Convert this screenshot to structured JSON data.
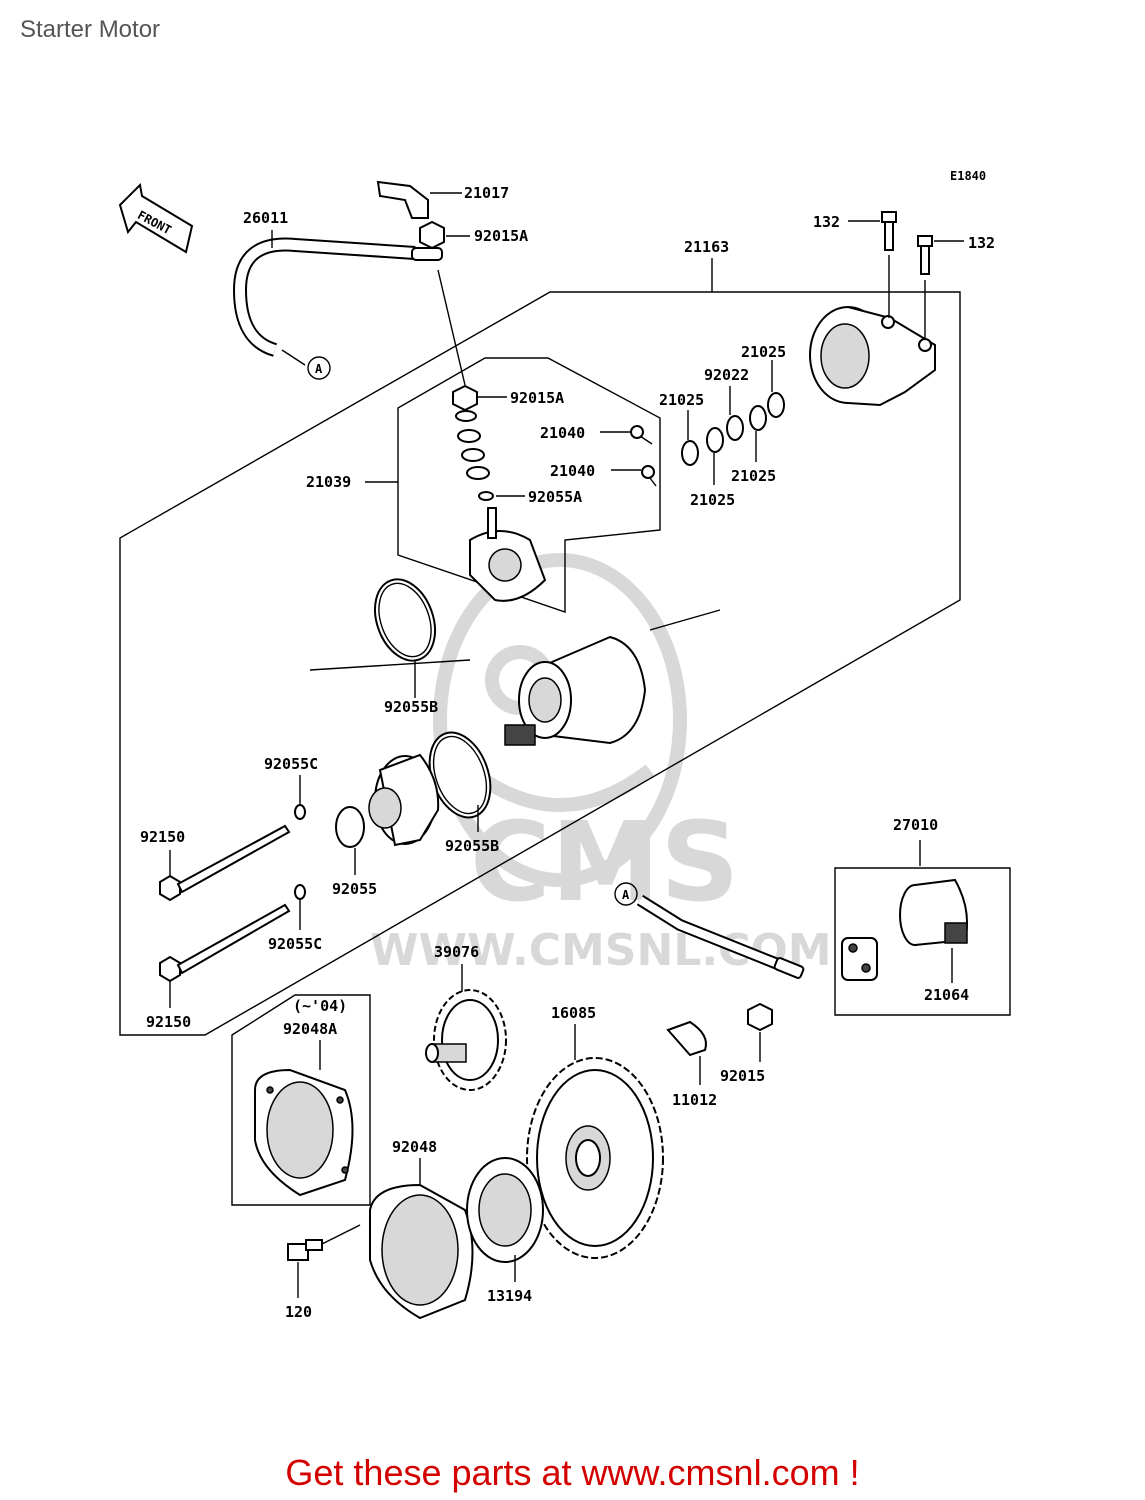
{
  "page": {
    "title": "Starter Motor"
  },
  "diagram": {
    "code": "E1840",
    "front_label": "FRONT",
    "ref_a": "A",
    "note_year": "(~'04)",
    "watermark_logo": "CMS",
    "watermark_url": "WWW.CMSNL.COM"
  },
  "parts": {
    "p21017": "21017",
    "p26011": "26011",
    "p92015A_top": "92015A",
    "p21163": "21163",
    "p132_left": "132",
    "p132_right": "132",
    "p92015A": "92015A",
    "p21025_a": "21025",
    "p92022": "92022",
    "p21025_b": "21025",
    "p21040_a": "21040",
    "p21040_b": "21040",
    "p21025_c": "21025",
    "p21025_d": "21025",
    "p21039": "21039",
    "p92055A": "92055A",
    "p92055B_top": "92055B",
    "p92055C_top": "92055C",
    "p92055B_bottom": "92055B",
    "p92150_top": "92150",
    "p92055": "92055",
    "p92055C_bottom": "92055C",
    "p92150_bottom": "92150",
    "p27010": "27010",
    "p21064": "21064",
    "p39076": "39076",
    "p92048A": "92048A",
    "p16085": "16085",
    "p92015": "92015",
    "p11012": "11012",
    "p92048": "92048",
    "p120": "120",
    "p13194": "13194"
  },
  "footer": {
    "text": "Get these parts at www.cmsnl.com !"
  }
}
